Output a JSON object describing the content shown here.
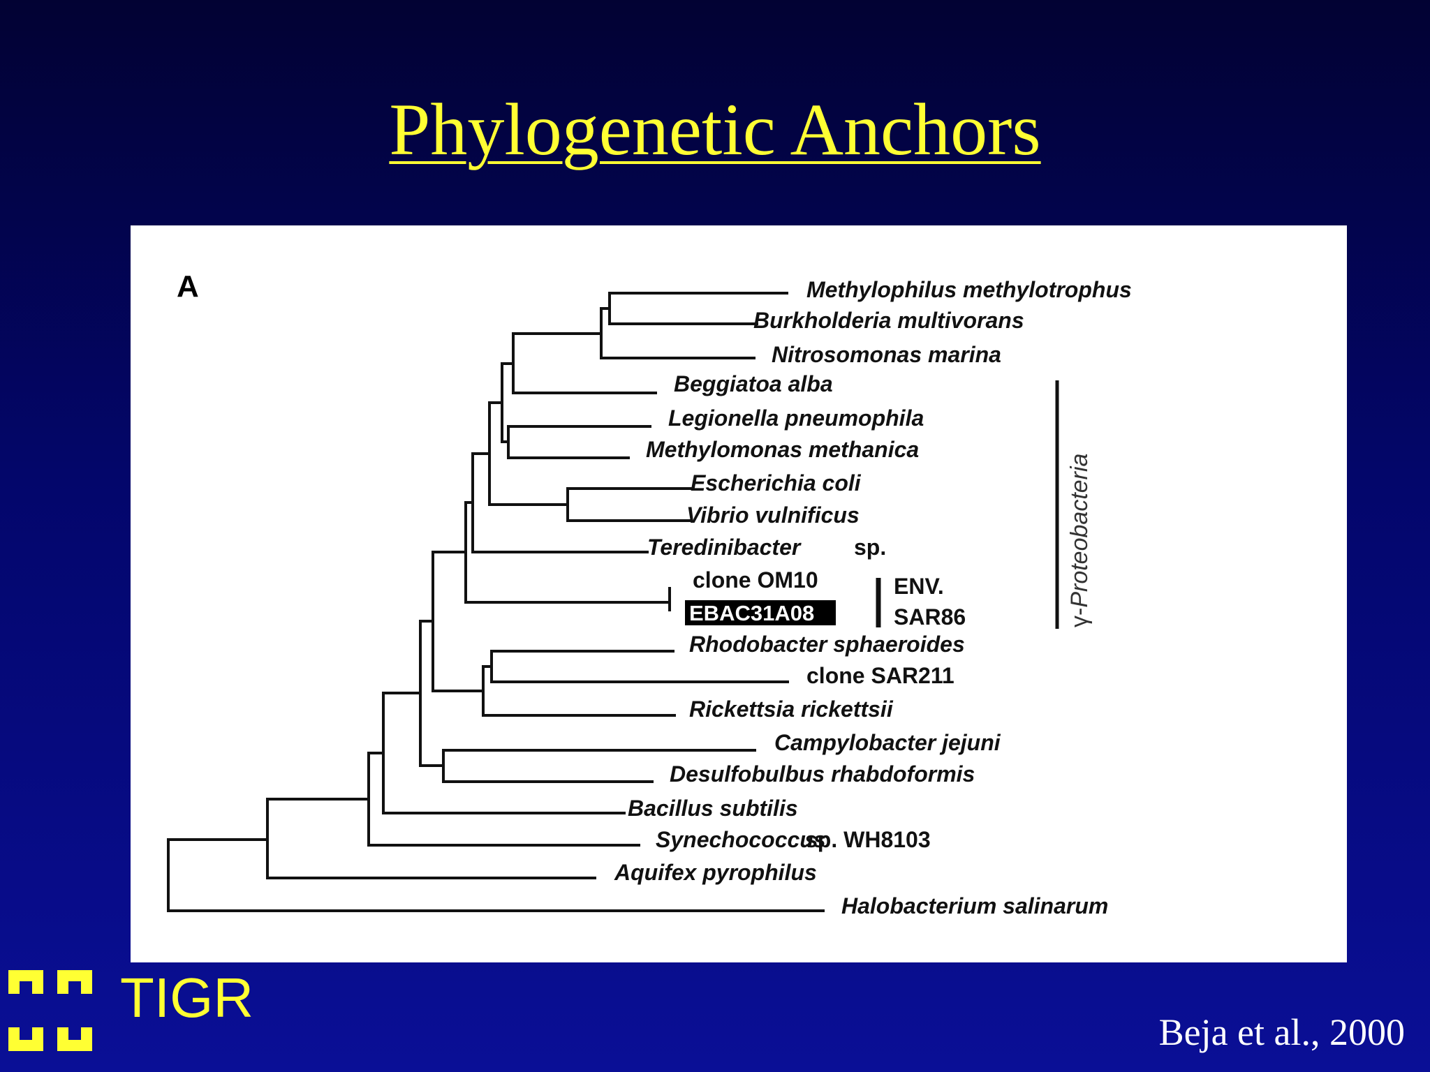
{
  "slide": {
    "title": "Phylogenetic Anchors",
    "citation": "Beja et al., 2000",
    "logo_text": "TIGR",
    "colors": {
      "title": "#ffff33",
      "background_top": "#020233",
      "background_bottom": "#0a0f96",
      "logo": "#ffff33"
    }
  },
  "figure": {
    "panel_label": "A",
    "taxa": [
      {
        "id": "t1",
        "label": "Methylophilus methylotrophus",
        "italic": true
      },
      {
        "id": "t2",
        "label": "Burkholderia multivorans",
        "italic": true
      },
      {
        "id": "t3",
        "label": "Nitrosomonas marina",
        "italic": true
      },
      {
        "id": "t4",
        "label": "Beggiatoa alba",
        "italic": true
      },
      {
        "id": "t5",
        "label": "Legionella pneumophila",
        "italic": true
      },
      {
        "id": "t6",
        "label": "Methylomonas methanica",
        "italic": true
      },
      {
        "id": "t7",
        "label": "Escherichia coli",
        "italic": true
      },
      {
        "id": "t8",
        "label": "Vibrio vulnificus",
        "italic": true
      },
      {
        "id": "t9",
        "label": "Teredinibacter",
        "suffix": "sp.",
        "italic": true
      },
      {
        "id": "t10",
        "label": "clone OM10",
        "italic": false
      },
      {
        "id": "t11",
        "label": "EBAC31A08",
        "italic": false,
        "highlighted": true
      },
      {
        "id": "t12",
        "label": "Rhodobacter sphaeroides",
        "italic": true
      },
      {
        "id": "t13",
        "label": "clone SAR211",
        "italic": false
      },
      {
        "id": "t14",
        "label": "Rickettsia rickettsii",
        "italic": true
      },
      {
        "id": "t15",
        "label": "Campylobacter jejuni",
        "italic": true
      },
      {
        "id": "t16",
        "label": "Desulfobulbus rhabdoformis",
        "italic": true
      },
      {
        "id": "t17",
        "label": "Bacillus subtilis",
        "italic": true
      },
      {
        "id": "t18",
        "label": "Synechococcus",
        "suffix": "sp. WH8103",
        "italic": true
      },
      {
        "id": "t19",
        "label": "Aquifex pyrophilus",
        "italic": true
      },
      {
        "id": "t20",
        "label": "Halobacterium salinarum",
        "italic": true
      }
    ],
    "groups": {
      "env_line1": "ENV.",
      "env_line2": "SAR86",
      "gamma_prefix": "γ-",
      "gamma_name": "Proteobacteria"
    }
  }
}
